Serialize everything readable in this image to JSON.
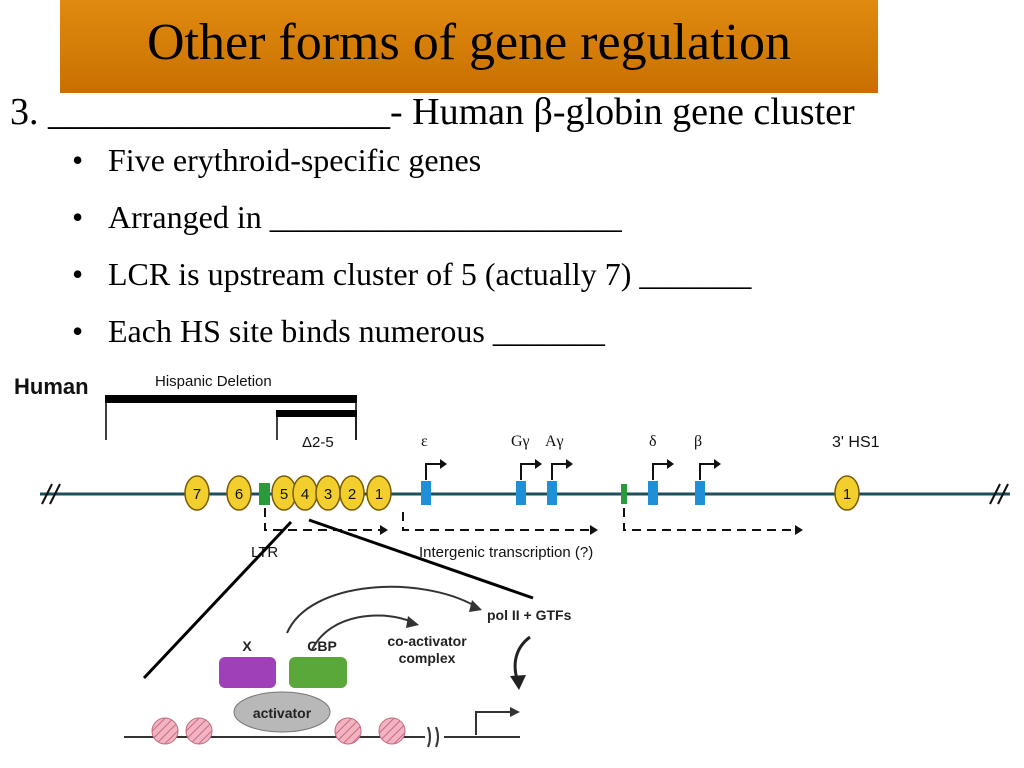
{
  "slide": {
    "title": "Other forms of gene regulation",
    "heading": "3. __________________- Human β-globin gene cluster",
    "bullets": [
      "Five erythroid-specific genes",
      "Arranged in ______________________",
      "LCR is upstream cluster of 5  (actually 7) _______",
      "Each HS site binds numerous _______"
    ]
  },
  "cluster_diagram": {
    "species_label": "Human",
    "deletion_labels": [
      "Hispanic Deletion",
      "Δ2-5"
    ],
    "hs_sites": [
      "7",
      "6",
      "5",
      "4",
      "3",
      "2",
      "1"
    ],
    "hs_3prime": "1",
    "hs_3prime_label": "3' HS1",
    "genes": [
      "ε",
      "Gγ",
      "Aγ",
      "δ",
      "β"
    ],
    "ltr_label": "LTR",
    "intergenic_label": "Intergenic transcription (?)",
    "colors": {
      "hs_site": "#f2cf2c",
      "gene": "#1f8fd8",
      "ltr": "#2a9a3a",
      "backbone": "#1c4f5a"
    }
  },
  "coactivator_diagram": {
    "polymerase_label": "pol II + GTFs",
    "x_label": "X",
    "cbp_label": "CBP",
    "coactivator_label": "co-activator complex",
    "activator_label": "activator",
    "colors": {
      "x_box": "#a040b8",
      "cbp_box": "#5aa83a",
      "activator": "#b8b8b8",
      "nucleosome": "#f0a8b8"
    }
  }
}
